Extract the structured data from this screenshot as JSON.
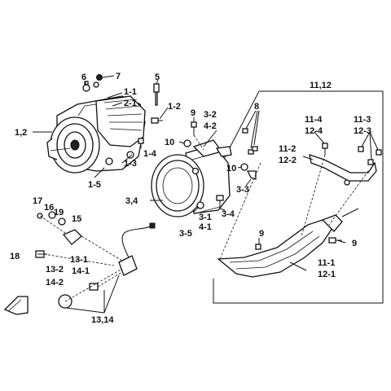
{
  "labels": {
    "l_1_2": "1,2",
    "l_1_1": "1-1",
    "l_2_1": "2-1",
    "l_1_3": "1-3",
    "l_1_4": "1-4",
    "l_1_5": "1-5",
    "l_1_2b": "1-2",
    "l_5": "5",
    "l_6": "6",
    "l_7": "7",
    "l_8": "8",
    "l_9a": "9",
    "l_9b": "9",
    "l_9c": "9",
    "l_10a": "10",
    "l_10b": "10",
    "l_3_2": "3-2",
    "l_4_2": "4-2",
    "l_3_3": "3-3",
    "l_3_4": "3,4",
    "l_3_4b": "3-4",
    "l_3_1": "3-1",
    "l_4_1": "4-1",
    "l_3_5": "3-5",
    "l_11_12": "11,12",
    "l_11_4": "11-4",
    "l_12_4": "12-4",
    "l_11_3": "11-3",
    "l_12_3": "12-3",
    "l_11_2": "11-2",
    "l_12_2": "12-2",
    "l_11_1": "11-1",
    "l_12_1": "12-1",
    "l_15": "15",
    "l_16": "16",
    "l_17": "17",
    "l_18": "18",
    "l_19": "19",
    "l_13_1": "13-1",
    "l_13_2": "13-2",
    "l_14_1": "14-1",
    "l_14_2": "14-2",
    "l_13_14": "13,14"
  },
  "icons": [
    "front-arrow-icon"
  ]
}
